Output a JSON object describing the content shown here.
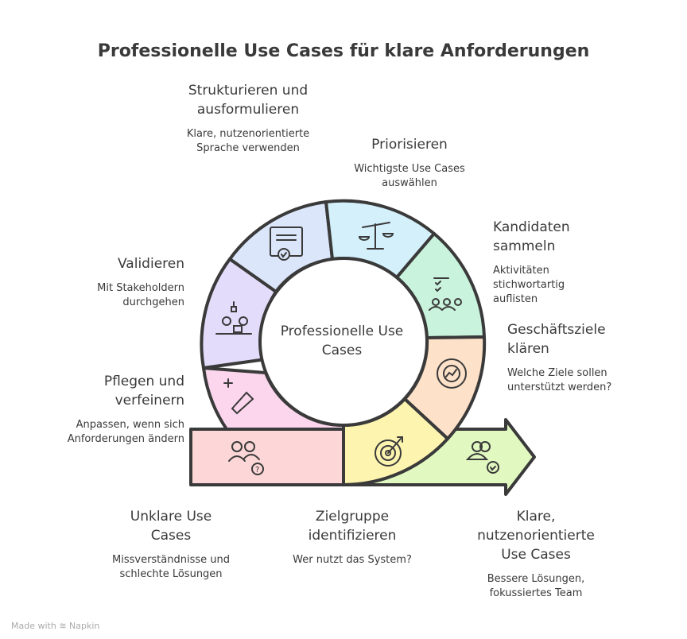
{
  "title": "Professionelle Use Cases für klare Anforderungen",
  "center": {
    "line1": "Professionelle Use",
    "line2": "Cases"
  },
  "steps": [
    {
      "title": "Strukturieren und ausformulieren",
      "desc": "Klare, nutzenorientierte Sprache verwenden",
      "color": "#dbe6fb",
      "icon": "certificate-check-icon"
    },
    {
      "title": "Priorisieren",
      "desc": "Wichtigste Use Cases auswählen",
      "color": "#d3f0fb",
      "icon": "balance-scale-icon"
    },
    {
      "title": "Kandidaten sammeln",
      "desc": "Aktivitäten stichwortartig auflisten",
      "color": "#c9f3dd",
      "icon": "checklist-team-icon"
    },
    {
      "title": "Geschäftsziele klären",
      "desc": "Welche Ziele sollen unterstützt werden?",
      "color": "#fde1c8",
      "icon": "gear-chart-icon"
    },
    {
      "title": "Zielgruppe identifizieren",
      "desc": "Wer nutzt das System?",
      "color": "#fdf4b0",
      "icon": "target-arrow-icon"
    },
    {
      "title": "Klare, nutzenorientierte Use Cases",
      "desc": "Bessere Lösungen, fokussiertes Team",
      "color": "#e1f9c1",
      "icon": "users-check-icon"
    },
    {
      "title": "Unklare Use Cases",
      "desc": "Missverständnisse und schlechte Lösungen",
      "color": "#fdd7d7",
      "icon": "users-question-icon"
    },
    {
      "title": "Pflegen und verfeinern",
      "desc": "Anpassen, wenn sich Anforderungen ändern",
      "color": "#fbd6ec",
      "icon": "pen-plus-icon"
    },
    {
      "title": "Validieren",
      "desc": "Mit Stakeholdern durchgehen",
      "color": "#e3dcfb",
      "icon": "meeting-icon"
    }
  ],
  "footer": {
    "made_with": "Made with",
    "brand": "Napkin"
  }
}
